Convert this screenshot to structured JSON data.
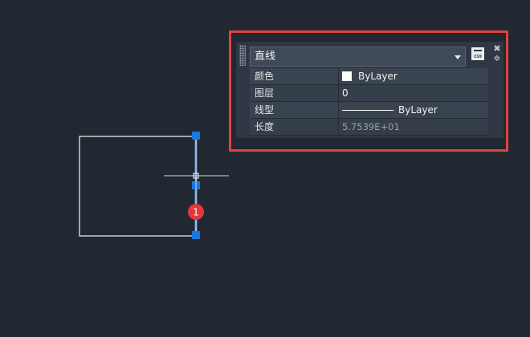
{
  "quick_properties": {
    "object_type": "直线",
    "rows": [
      {
        "label": "颜色",
        "value": "ByLayer",
        "swatch_color": "#ffffff"
      },
      {
        "label": "图层",
        "value": "0"
      },
      {
        "label": "线型",
        "value": "ByLayer"
      },
      {
        "label": "长度",
        "value": "5.7539E+01"
      }
    ],
    "customize_button_label": "CUI"
  },
  "drawing": {
    "step_marker": "1",
    "line_color": "#c9cdd2",
    "selected_line_color": "#5a8fd6",
    "grip_color": "#1b78e0",
    "marker_color": "#e2383a",
    "highlight_color": "#e0433e"
  }
}
